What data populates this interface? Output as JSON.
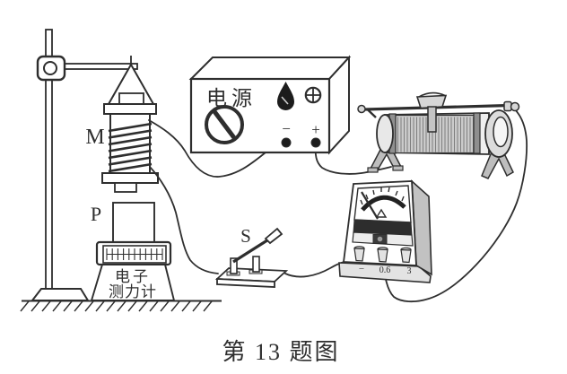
{
  "caption": "第 13 题图",
  "labels": {
    "coil": "M",
    "block": "P",
    "switch": "S"
  },
  "power_supply": {
    "title": "电源",
    "negative": "−",
    "positive": "+"
  },
  "force_meter": {
    "name_line1": "电子",
    "name_line2": "测力计"
  },
  "ammeter": {
    "terminal_labels": [
      "−",
      "0.6",
      "3"
    ]
  },
  "colors": {
    "paper": "#ffffff",
    "ink": "#2e2e2e",
    "text_gray": "#6f6f6f",
    "shade_light": "#dcdcdc",
    "shade_mid": "#bdbdbd",
    "band_dark": "#2d2d2d"
  }
}
